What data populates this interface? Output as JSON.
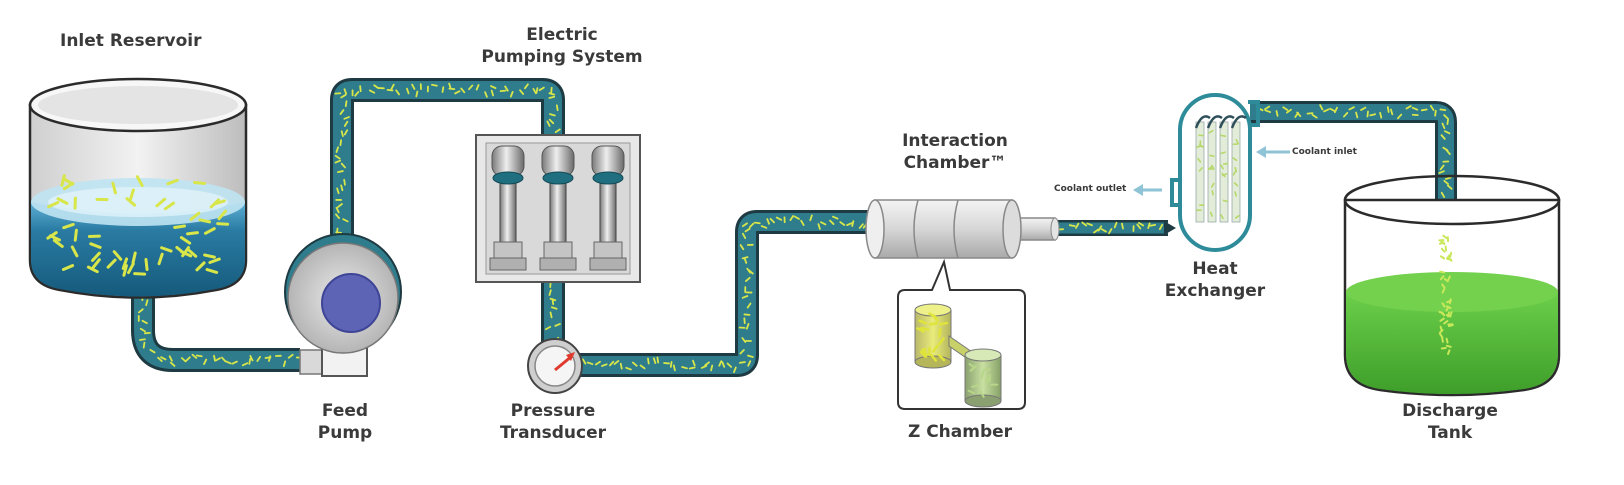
{
  "labels": {
    "inlet_reservoir": "Inlet Reservoir",
    "electric_line1": "Electric",
    "electric_line2": "Pumping System",
    "feed_line1": "Feed",
    "feed_line2": "Pump",
    "pressure_line1": "Pressure",
    "pressure_line2": "Transducer",
    "interaction_line1": "Interaction",
    "interaction_line2": "Chamber™",
    "z_chamber": "Z Chamber",
    "heat_line1": "Heat",
    "heat_line2": "Exchanger",
    "coolant_outlet": "Coolant outlet",
    "coolant_inlet": "Coolant inlet",
    "discharge_line1": "Discharge",
    "discharge_line2": "Tank"
  },
  "colors": {
    "pipe_fill": "#2f7d8c",
    "pipe_border": "#1e3a42",
    "particle": "#d8e64a",
    "liquid_blue": "#1f6f95",
    "liquid_green": "#4fb838",
    "exchanger": "#2d8b9a",
    "gauge_needle": "#e03a2e"
  }
}
